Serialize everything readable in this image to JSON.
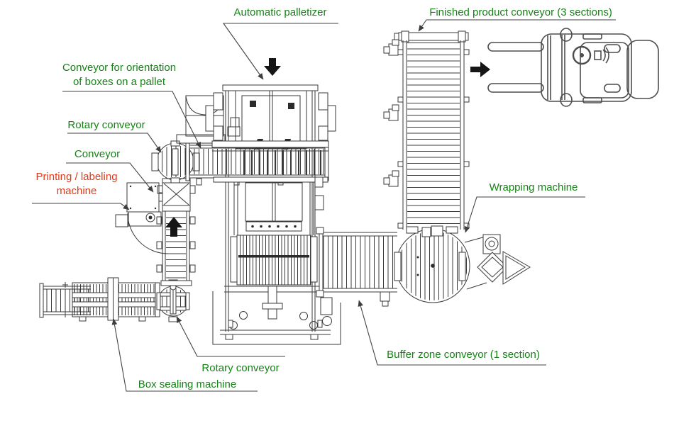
{
  "colors": {
    "label_green": "#178217",
    "label_red": "#e2391b",
    "line_art": "#3a3a3a",
    "leader_line": "#434343",
    "flow_arrow": "#151515",
    "background": "#ffffff"
  },
  "labels": {
    "automatic_palletizer": {
      "text": "Automatic palletizer"
    },
    "finished_product_conveyor": {
      "text": "Finished product conveyor (3 sections)"
    },
    "orientation_conveyor": {
      "line1": "Conveyor for orientation",
      "line2": "of boxes on a pallet"
    },
    "rotary_conveyor_top": {
      "text": "Rotary conveyor"
    },
    "conveyor": {
      "text": "Conveyor"
    },
    "printing_labeling_machine": {
      "line1": "Printing / labeling",
      "line2": "machine"
    },
    "wrapping_machine": {
      "text": "Wrapping machine"
    },
    "buffer_zone_conveyor": {
      "text": "Buffer zone conveyor (1 section)"
    },
    "rotary_conveyor_bottom": {
      "text": "Rotary conveyor"
    },
    "box_sealing_machine": {
      "text": "Box sealing machine"
    }
  }
}
